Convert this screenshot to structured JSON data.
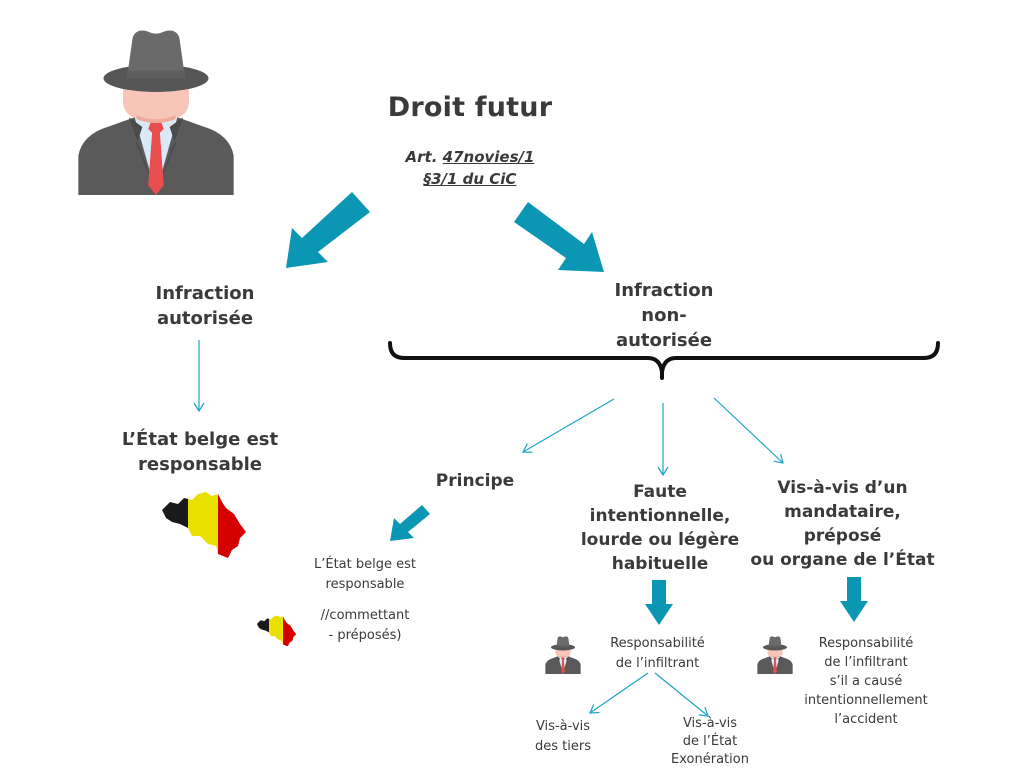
{
  "title": "Droit futur",
  "reference": {
    "prefix": "Art. ",
    "link_line1": "47novies/1  ",
    "link_line2": "§3/1 du CiC"
  },
  "colors": {
    "accent": "#0b97b3",
    "text": "#3a3a3a",
    "brace": "#111111",
    "belgium_black": "#1a1a1a",
    "belgium_yellow": "#e8e000",
    "belgium_red": "#d40000"
  },
  "branches": {
    "authorized": {
      "label_lines": [
        "Infraction",
        "autorisée"
      ],
      "result_lines": [
        "L’État belge est",
        "responsable"
      ],
      "icon": "belgium-flag-map-icon"
    },
    "unauthorized": {
      "label_lines": [
        "Infraction",
        "non-",
        "autorisée"
      ],
      "cases": [
        {
          "label_lines": [
            "Principe"
          ],
          "result_lines": [
            "L’État belge est",
            "responsable"
          ],
          "note_lines": [
            "//commettant",
            "- préposés)"
          ],
          "icon": "belgium-flag-map-icon"
        },
        {
          "label_lines": [
            "Faute",
            "intentionnelle,",
            "lourde ou légère",
            "habituelle"
          ],
          "result_lines": [
            "Responsabilité",
            "de l’infiltrant"
          ],
          "icon": "spy-agent-icon",
          "sub_cases": [
            {
              "label_lines": [
                "Vis-à-vis",
                "des tiers"
              ]
            },
            {
              "label_lines": [
                "Vis-à-vis",
                "de l’État",
                "Exonération"
              ]
            }
          ]
        },
        {
          "label_lines": [
            "Vis-à-vis d’un",
            "mandataire,",
            "préposé",
            "ou organe de l’État"
          ],
          "result_lines": [
            "Responsabilité",
            "de l’infiltrant",
            "s’il a causé",
            "intentionnellement",
            "l’accident"
          ],
          "icon": "spy-agent-icon"
        }
      ]
    }
  }
}
